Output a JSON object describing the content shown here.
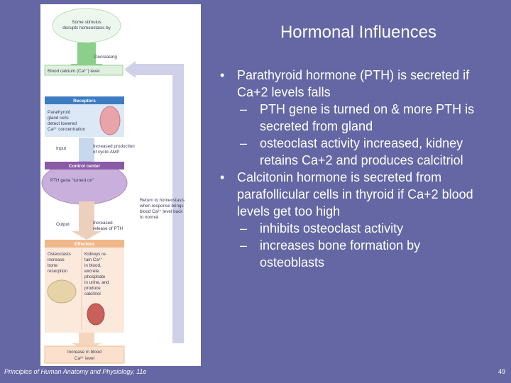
{
  "slide": {
    "title": "Hormonal Influences",
    "footer_left": "Principles of Human Anatomy and Physiology, 11e",
    "page_number": "49"
  },
  "bullets": [
    {
      "level": 1,
      "marker": "•",
      "lines": [
        "Parathyroid hormone (PTH) is secreted if",
        "Ca+2 levels falls"
      ]
    },
    {
      "level": 2,
      "marker": "–",
      "lines": [
        "PTH gene is turned on & more PTH is",
        "secreted from gland"
      ]
    },
    {
      "level": 2,
      "marker": "–",
      "lines": [
        "osteoclast activity increased, kidney",
        "retains Ca+2 and produces calcitriol"
      ]
    },
    {
      "level": 1,
      "marker": "•",
      "lines": [
        "Calcitonin hormone is secreted from",
        "parafollicular cells in thyroid if Ca+2 blood",
        "levels get too high"
      ]
    },
    {
      "level": 2,
      "marker": "–",
      "lines": [
        "inhibits osteoclast activity"
      ]
    },
    {
      "level": 2,
      "marker": "–",
      "lines": [
        "increases bone formation by",
        "osteoblasts"
      ]
    }
  ],
  "figure": {
    "colors": {
      "green_arrow": "#8ccf8a",
      "blue_bar": "#3d7cc0",
      "purple_bar": "#8a5aa6",
      "orange_bar": "#f0b88a",
      "return_arrow": "#d0d0e8"
    },
    "stimulus": [
      "Some stimulus",
      "disrupts homeostasis by"
    ],
    "decreasing": "Decreasing",
    "controlled": "Blood calcium (Ca²⁺) level",
    "receptors_title": "Receptors",
    "receptors_text": [
      "Parathyroid",
      "gland cells",
      "detect lowered",
      "Ca²⁺ concentration"
    ],
    "input_label": "Input",
    "input_text": [
      "Increased production",
      "of cyclic AMP"
    ],
    "control_title": "Control center",
    "control_text": "PTH gene \"turned on\"",
    "output_label": "Output",
    "output_text": [
      "Increased",
      "release of PTH"
    ],
    "return_text": [
      "Return to homeostasis",
      "when response brings",
      "blood Ca²⁺ level back",
      "to normal"
    ],
    "effectors_title": "Effectors",
    "effectors_left": [
      "Osteoclasts",
      "increase",
      "bone",
      "resorption"
    ],
    "effectors_right": [
      "Kidneys re-",
      "tain Ca²⁺",
      "in blood,",
      "excrete",
      "phosphate",
      "in urine, and",
      "produce",
      "calcitriol"
    ],
    "response": [
      "Increase in blood",
      "Ca²⁺ level"
    ]
  }
}
